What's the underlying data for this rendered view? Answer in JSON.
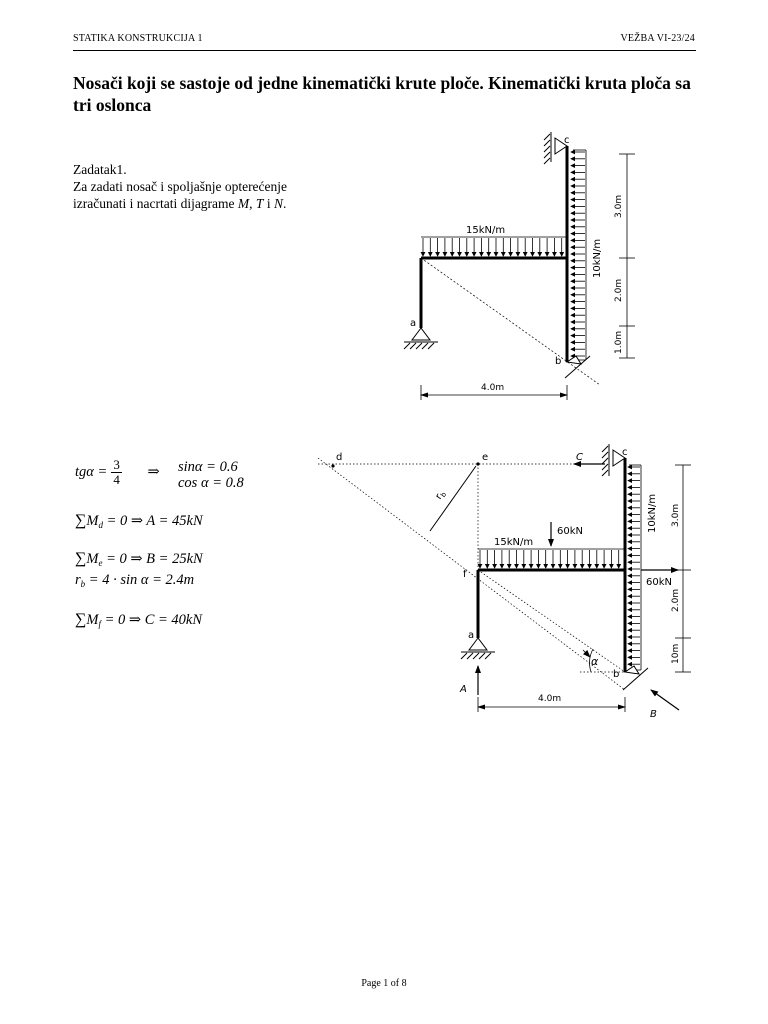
{
  "header": {
    "left": "STATIKA KONSTRUKCIJA 1",
    "right": "VEŽBA VI-23/24"
  },
  "title": "Nosači koji se sastoje od jedne kinematički krute ploče. Kinematički kruta ploča sa tri oslonca",
  "task": {
    "heading": "Zadatak1.",
    "line1": "Za zadati nosač i spoljašnje opterećenje",
    "line2_prefix": "izračunati i nacrtati dijagrame ",
    "sym_M": "M",
    "sep1": ", ",
    "sym_T": "T",
    "sep2": " i ",
    "sym_N": "N",
    "end": "."
  },
  "equations": {
    "tg": {
      "lhs": "tgα =",
      "num": "3",
      "den": "4",
      "arrow": "⇒",
      "sin": "sinα = 0.6",
      "cos": "cos α = 0.8"
    },
    "md": {
      "sum": "∑",
      "m": "M",
      "sub": "d",
      "rest": " = 0  ⇒  A = 45kN"
    },
    "me": {
      "sum": "∑",
      "m": "M",
      "sub": "e",
      "rest": " = 0    ⇒  B = 25kN"
    },
    "rb": {
      "r": "r",
      "sub": "b",
      "rest": " = 4 · sin α = 2.4m"
    },
    "mf": {
      "sum": "∑",
      "m": "M",
      "sub": "f",
      "rest": " = 0     ⇒  C = 40kN"
    }
  },
  "figure1": {
    "load_top": "15kN/m",
    "load_side": "10kN/m",
    "dim_v1": "3.0m",
    "dim_v2": "2.0m",
    "dim_v3": "1.0m",
    "dim_h": "4.0m",
    "label_a": "a",
    "label_b": "b",
    "label_c": "c"
  },
  "figure2": {
    "load_top": "15kN/m",
    "load_side": "10kN/m",
    "force_60_down": "60kN",
    "force_60_side": "60kN",
    "dim_v1": "3.0m",
    "dim_v2": "2.0m",
    "dim_v3": "10m",
    "dim_h": "4.0m",
    "label_a": "a",
    "label_b": "b",
    "label_c": "c",
    "label_d": "d",
    "label_e": "e",
    "label_f": "f",
    "label_rb": "r",
    "label_rb_sub": "b",
    "label_alpha": "α",
    "reaction_A": "A",
    "reaction_B": "B",
    "reaction_C": "C"
  },
  "footer": "Page 1 of 8"
}
